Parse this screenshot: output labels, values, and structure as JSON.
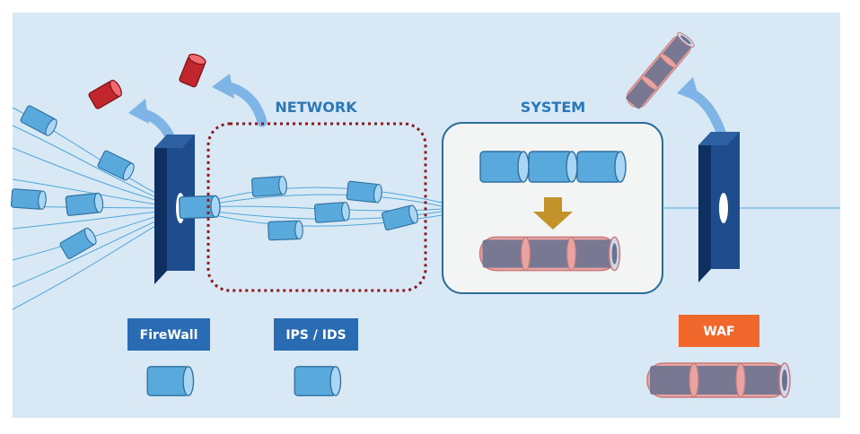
{
  "colors": {
    "background": "#ffffff",
    "panel": "#d8e8f4",
    "packet_fill": "#5aa9dc",
    "packet_stroke": "#2f6f9e",
    "packet_cap": "#a9d6f2",
    "blocked_fill": "#c0262c",
    "blocked_cap": "#f06b6f",
    "wall_front": "#1e4c8c",
    "wall_side": "#0f2f5e",
    "wall_hole": "#ffffff",
    "arrow": "#7fb4e6",
    "network_border": "#8b1a1f",
    "label_text": "#2b78b8",
    "badge_blue": "#2a6cb3",
    "badge_orange": "#f0682c",
    "badge_text": "#ffffff",
    "system_box_fill": "#f3f4f4",
    "system_box_stroke": "#2a6e97",
    "down_arrow": "#c4922a",
    "joined_fill": "#6c7390",
    "joined_stroke": "#c97b7b",
    "joined_tint": "#e8a3a3",
    "connector_line": "#3a9bd5"
  },
  "labels": {
    "network": "NETWORK",
    "system": "SYSTEM",
    "firewall": "FireWall",
    "ips_ids": "IPS / IDS",
    "waf": "WAF"
  },
  "icons": {
    "firewall_wall": "wall-icon",
    "waf_wall": "wall-icon",
    "packet": "packet-cylinder-icon",
    "blocked_packet": "blocked-packet-icon",
    "deflect_arrow": "curved-arrow-icon",
    "down_arrow": "down-arrow-icon",
    "joined_packet": "reassembled-packet-icon"
  }
}
